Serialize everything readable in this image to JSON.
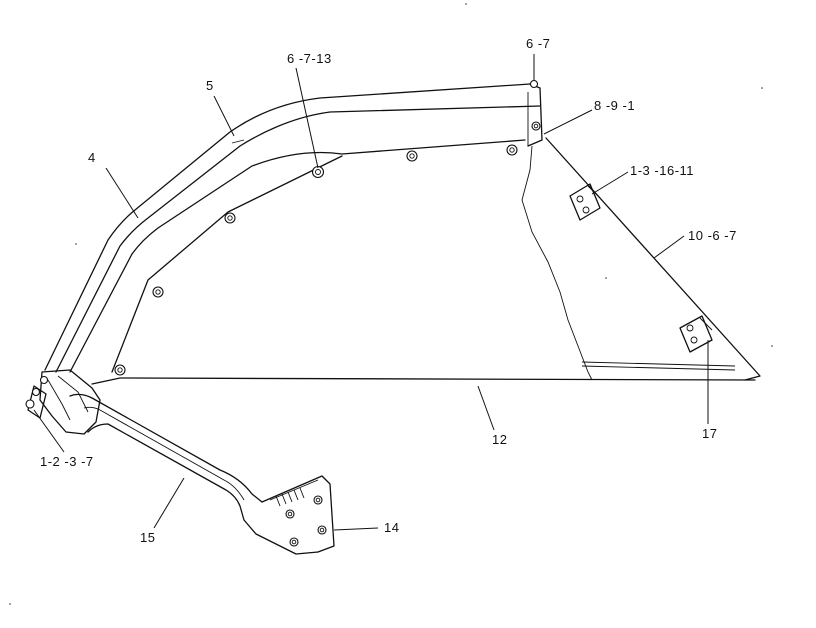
{
  "callouts": {
    "c_6_7_top": "6 -7",
    "c_6_7_13": "6 -7-13",
    "c_5": "5",
    "c_8_9_1": "8 -9 -1",
    "c_4": "4",
    "c_1_3_16_11": "1-3 -16-11",
    "c_10_6_7": "10 -6 -7",
    "c_17": "17",
    "c_12": "12",
    "c_1_2_3_7": "1-2 -3 -7",
    "c_15": "15",
    "c_14": "14"
  }
}
